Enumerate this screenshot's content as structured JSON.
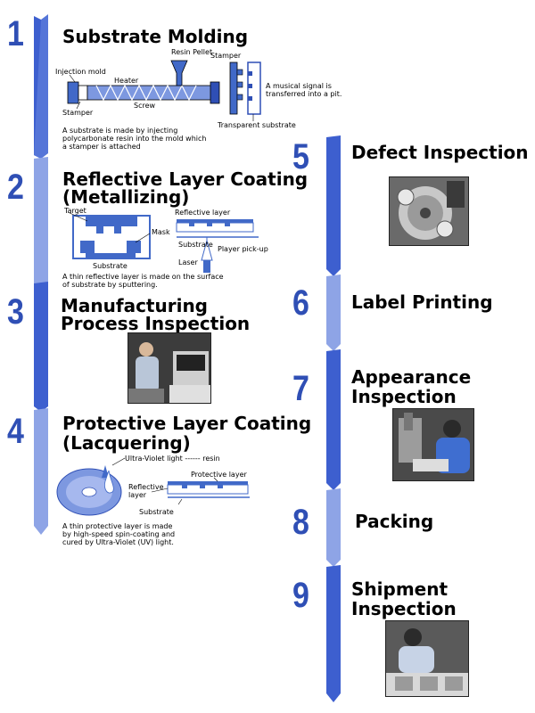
{
  "colors": {
    "accent": "#2f4fb5",
    "bar_dark": "#3d5fcf",
    "bar_light": "#8ea4e6",
    "diagram_fill": "#4169c8"
  },
  "steps": [
    {
      "num": "1",
      "title": "Substrate Molding",
      "labels": {
        "resin_pellet": "Resin Pellet",
        "stamper_top": "Stamper",
        "injection_mold": "Injection mold",
        "heater": "Heater",
        "screw": "Screw",
        "stamper_left": "Stamper",
        "musical_signal_1": "A musical signal is",
        "musical_signal_2": "transferred into a pit.",
        "transparent_substrate": "Transparent substrate"
      },
      "caption": [
        "A substrate is made by injecting",
        "polycarbonate resin into the mold which",
        "a stamper is attached"
      ]
    },
    {
      "num": "2",
      "title_lines": [
        "Reflective Layer Coating",
        "(Metallizing)"
      ],
      "labels": {
        "target": "Target",
        "reflective_layer": "Reflective layer",
        "mask": "Mask",
        "substrate_right": "Substrate",
        "player_pickup": "Player pick-up",
        "laser": "Laser",
        "substrate_bottom": "Substrate"
      },
      "caption": [
        "A thin reflective layer is made on the surface",
        "of substrate by sputtering."
      ]
    },
    {
      "num": "3",
      "title_lines": [
        "Manufacturing",
        "Process Inspection"
      ],
      "photo_icon": "operator-at-terminal-photo"
    },
    {
      "num": "4",
      "title_lines": [
        "Protective Layer Coating",
        "(Lacquering)"
      ],
      "labels": {
        "uv_light": "Ultra-Violet light ------ resin",
        "protective_layer": "Protective layer",
        "reflective": "Reflective",
        "layer": "layer",
        "substrate": "Substrate"
      },
      "caption": [
        "A thin protective layer is made",
        "by high-speed spin-coating and",
        "cured by Ultra-Violet (UV) light."
      ]
    },
    {
      "num": "5",
      "title": "Defect Inspection",
      "photo_icon": "inspection-machine-photo"
    },
    {
      "num": "6",
      "title": "Label Printing"
    },
    {
      "num": "7",
      "title_lines": [
        "Appearance",
        "Inspection"
      ],
      "photo_icon": "inspector-at-microscope-photo"
    },
    {
      "num": "8",
      "title": "Packing"
    },
    {
      "num": "9",
      "title_lines": [
        "Shipment",
        "Inspection"
      ],
      "photo_icon": "shipment-check-photo"
    }
  ]
}
